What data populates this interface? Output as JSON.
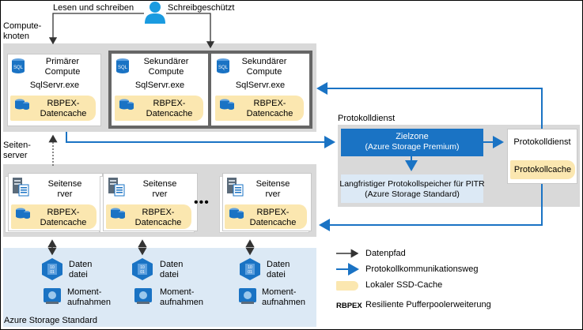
{
  "top": {
    "read_write_label": "Lesen und schreiben",
    "read_only_label": "Schreibgeschützt"
  },
  "compute": {
    "region_label_1": "Compute-",
    "region_label_2": "knoten",
    "primary": {
      "title_1": "Primärer",
      "title_2": "Compute",
      "exe": "SqlServr.exe",
      "cache_1": "RBPEX-",
      "cache_2": "Datencache",
      "db_icon_text": "SQL"
    },
    "secondary": [
      {
        "title_1": "Sekundärer",
        "title_2": "Compute",
        "exe": "SqlServr.exe",
        "cache_1": "RBPEX-",
        "cache_2": "Datencache",
        "db_icon_text": "SQL"
      },
      {
        "title_1": "Sekundärer",
        "title_2": "Compute",
        "exe": "SqlServr.exe",
        "cache_1": "RBPEX-",
        "cache_2": "Datencache",
        "db_icon_text": "SQL"
      }
    ]
  },
  "log_service": {
    "region_label": "Protokolldienst",
    "landing_zone_1": "Zielzone",
    "landing_zone_2": "(Azure Storage Premium)",
    "long_term_1": "Langfristiger Protokollspeicher für PITR",
    "long_term_2": "(Azure Storage Standard)",
    "side_title": "Protokolldienst",
    "side_cache": "Protokollcache"
  },
  "page_servers": {
    "region_label_1": "Seiten-",
    "region_label_2": "server",
    "ellipsis": "•••",
    "items": [
      {
        "title_1": "Seitense",
        "title_2": "rver",
        "cache_1": "RBPEX-",
        "cache_2": "Datencache"
      },
      {
        "title_1": "Seitense",
        "title_2": "rver",
        "cache_1": "RBPEX-",
        "cache_2": "Datencache"
      },
      {
        "title_1": "Seitense",
        "title_2": "rver",
        "cache_1": "RBPEX-",
        "cache_2": "Datencache"
      }
    ]
  },
  "storage": {
    "region_label": "Azure Storage Standard",
    "items": [
      {
        "data_1": "Daten",
        "data_2": "datei",
        "snap_1": "Moment-",
        "snap_2": "aufnahmen"
      },
      {
        "data_1": "Daten",
        "data_2": "datei",
        "snap_1": "Moment-",
        "snap_2": "aufnahmen"
      },
      {
        "data_1": "Daten",
        "data_2": "datei",
        "snap_1": "Moment-",
        "snap_2": "aufnahmen"
      }
    ]
  },
  "legend": {
    "data_path": "Datenpfad",
    "log_path": "Protokollkommunikationsweg",
    "ssd_cache": "Lokaler SSD-Cache",
    "rbpex_abbr": "RBPEX",
    "rbpex_text": "Resiliente Pufferpoolerweiterung"
  },
  "colors": {
    "accent_blue": "#1a73c4",
    "cache_yellow": "#fbe7b0",
    "region_gray": "#d9d9d9",
    "storage_blue": "#dce9f5"
  }
}
